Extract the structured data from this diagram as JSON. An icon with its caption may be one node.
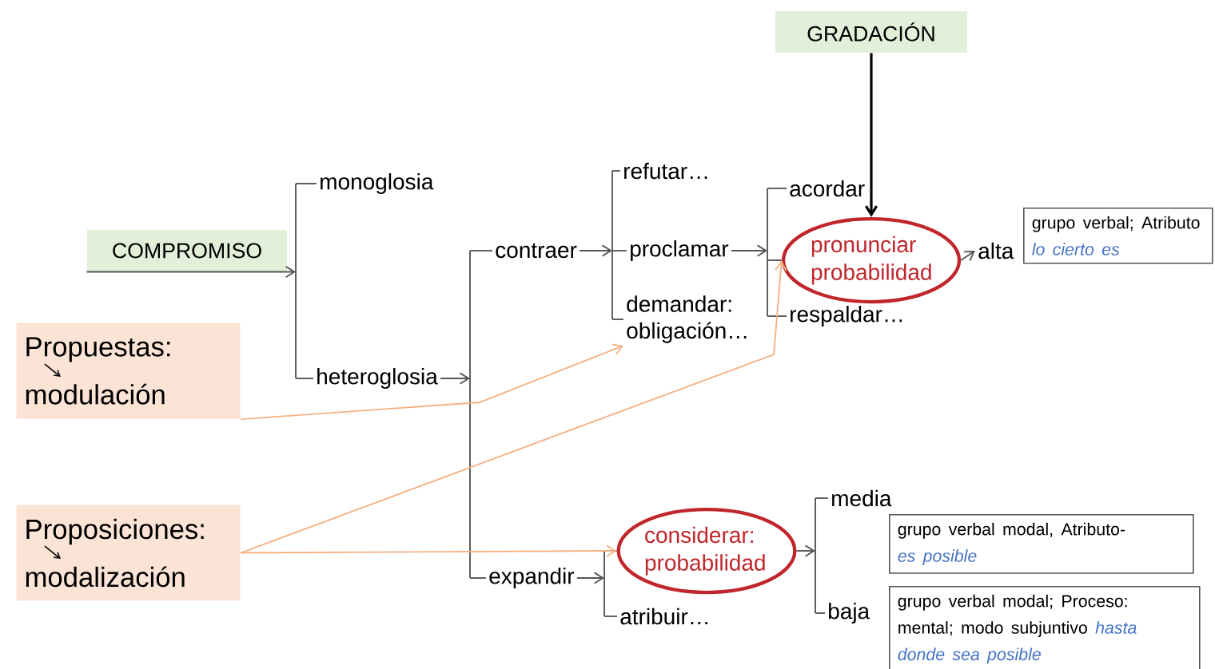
{
  "diagram": {
    "nodes": [
      {
        "text": [
          "GRADACIÓN"
        ]
      },
      {
        "text": [
          "COMPROMISO"
        ]
      },
      {
        "text": [
          "monoglosia"
        ]
      },
      {
        "text": [
          "heteroglosia"
        ]
      },
      {
        "text": [
          "contraer"
        ]
      },
      {
        "text": [
          "expandir"
        ]
      },
      {
        "text": [
          "refutar…"
        ]
      },
      {
        "text": [
          "proclamar"
        ]
      },
      {
        "text": [
          "demandar: obligación…"
        ]
      },
      {
        "text": [
          "acordar"
        ]
      },
      {
        "text": [
          "pronunciar probabilidad"
        ]
      },
      {
        "text": [
          "respaldar…"
        ]
      },
      {
        "text": [
          "alta"
        ]
      },
      {
        "text": [
          "grupo verbal; Atributo",
          "lo cierto es"
        ]
      },
      {
        "text": [
          "Propuestas:",
          "modulación"
        ]
      },
      {
        "text": [
          "Proposiciones:",
          "modalización"
        ]
      },
      {
        "text": [
          "considerar: probabilidad"
        ]
      },
      {
        "text": [
          "atribuir…"
        ]
      },
      {
        "text": [
          "media"
        ]
      },
      {
        "text": [
          "baja"
        ]
      },
      {
        "text": [
          "grupo verbal modal, Atributo-",
          "es posible"
        ]
      },
      {
        "text": [
          "grupo verbal modal; Proceso: mental;  modo subjuntivo",
          "hasta donde sea posible"
        ]
      },
      {
        "text": [],
        "shape": "bar"
      },
      {
        "text": [],
        "shape": "bar"
      },
      {
        "text": [],
        "shape": "bar"
      },
      {
        "text": [],
        "shape": "bar"
      },
      {
        "text": [],
        "shape": "bar"
      },
      {
        "text": [],
        "shape": "bar"
      }
    ],
    "edges": [
      {
        "from": 0,
        "to": 10,
        "arrow": "to"
      },
      {
        "from": 1,
        "to": 22,
        "arrow": "to"
      },
      {
        "from": 22,
        "to": 2,
        "arrow": "none"
      },
      {
        "from": 22,
        "to": 3,
        "arrow": "none"
      },
      {
        "from": 3,
        "to": 23,
        "arrow": "to"
      },
      {
        "from": 23,
        "to": 4,
        "arrow": "none"
      },
      {
        "from": 23,
        "to": 5,
        "arrow": "none"
      },
      {
        "from": 4,
        "to": 24,
        "arrow": "to"
      },
      {
        "from": 24,
        "to": 6,
        "arrow": "none"
      },
      {
        "from": 24,
        "to": 7,
        "arrow": "none"
      },
      {
        "from": 24,
        "to": 8,
        "arrow": "none"
      },
      {
        "from": 7,
        "to": 26,
        "arrow": "to"
      },
      {
        "from": 26,
        "to": 9,
        "arrow": "none"
      },
      {
        "from": 26,
        "to": 10,
        "arrow": "none"
      },
      {
        "from": 26,
        "to": 11,
        "arrow": "none"
      },
      {
        "from": 10,
        "to": 12,
        "arrow": "to"
      },
      {
        "from": 5,
        "to": 25,
        "arrow": "to"
      },
      {
        "from": 25,
        "to": 16,
        "arrow": "none"
      },
      {
        "from": 25,
        "to": 17,
        "arrow": "none"
      },
      {
        "from": 16,
        "to": 27,
        "arrow": "to"
      },
      {
        "from": 27,
        "to": 18,
        "arrow": "none"
      },
      {
        "from": 27,
        "to": 19,
        "arrow": "none"
      },
      {
        "from": 14,
        "to": 8,
        "arrow": "to",
        "color": "#f4b183"
      },
      {
        "from": 15,
        "to": 10,
        "arrow": "to",
        "color": "#f4b183"
      },
      {
        "from": 15,
        "to": 16,
        "arrow": "to",
        "color": "#f4b183"
      }
    ]
  }
}
